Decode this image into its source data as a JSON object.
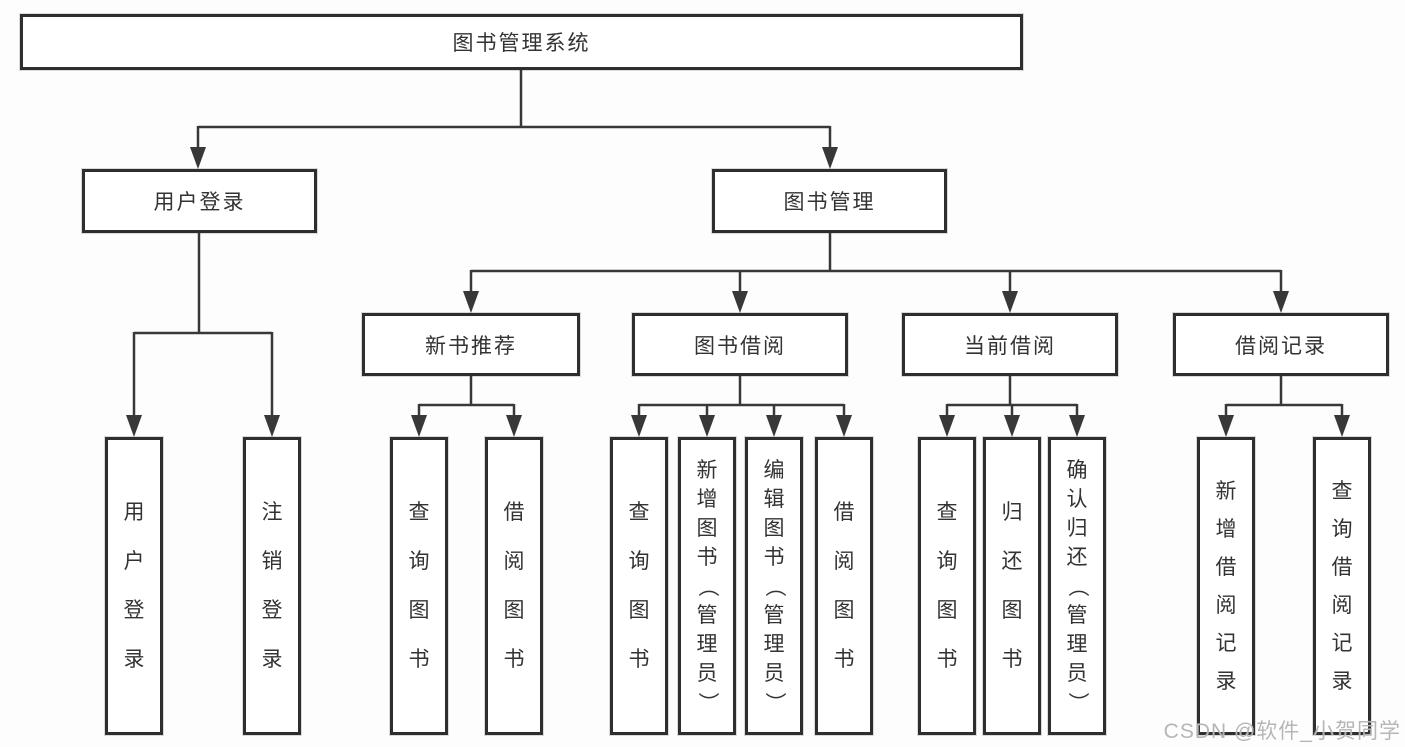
{
  "diagram_type": "hierarchy-tree",
  "colors": {
    "line": "#383838",
    "box_border": "#2e2e2e",
    "text": "#333333",
    "background": "#fdfdfd",
    "watermark": "#b2b2b2"
  },
  "tree": {
    "label": "图书管理系统",
    "children": [
      {
        "label": "用户登录",
        "children": [
          {
            "label": "用户登录"
          },
          {
            "label": "注销登录"
          }
        ]
      },
      {
        "label": "图书管理",
        "children": [
          {
            "label": "新书推荐",
            "children": [
              {
                "label": "查询图书"
              },
              {
                "label": "借阅图书"
              }
            ]
          },
          {
            "label": "图书借阅",
            "children": [
              {
                "label": "查询图书"
              },
              {
                "label": "新增图书（管理员）"
              },
              {
                "label": "编辑图书（管理员）"
              },
              {
                "label": "借阅图书"
              }
            ]
          },
          {
            "label": "当前借阅",
            "children": [
              {
                "label": "查询图书"
              },
              {
                "label": "归还图书"
              },
              {
                "label": "确认归还（管理员）"
              }
            ]
          },
          {
            "label": "借阅记录",
            "children": [
              {
                "label": "新增借阅记录"
              },
              {
                "label": "查询借阅记录"
              }
            ]
          }
        ]
      }
    ]
  },
  "watermark": "CSDN @软件_小贺同学"
}
